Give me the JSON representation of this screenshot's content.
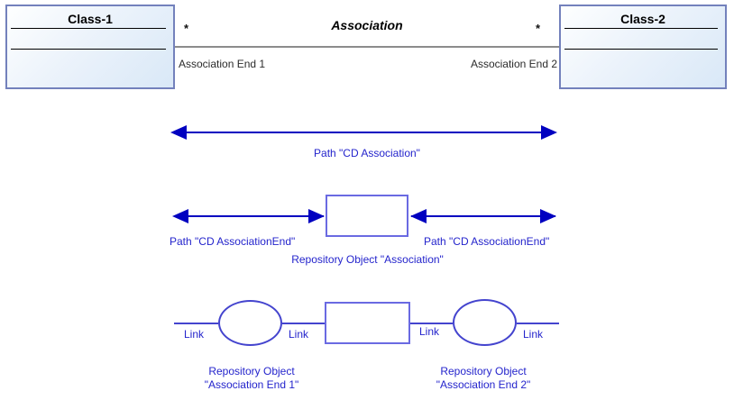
{
  "uml": {
    "class1": {
      "title": "Class-1"
    },
    "class2": {
      "title": "Class-2"
    },
    "association_label": "Association",
    "multiplicity_left": "*",
    "multiplicity_right": "*",
    "end1_label": "Association End 1",
    "end2_label": "Association End 2"
  },
  "paths": {
    "cd_association": "Path \"CD Association\"",
    "cd_association_end_left": "Path \"CD AssociationEnd\"",
    "cd_association_end_right": "Path \"CD AssociationEnd\"",
    "repository_association": "Repository Object \"Association\""
  },
  "links": {
    "labels": [
      "Link",
      "Link",
      "Link",
      "Link"
    ],
    "repo_end1_line1": "Repository Object",
    "repo_end1_line2": "\"Association End 1\"",
    "repo_end2_line1": "Repository Object",
    "repo_end2_line2": "\"Association End 2\""
  },
  "colors": {
    "arrow": "#0000C0",
    "ellipse_border": "#4444CE",
    "rect_border": "#6A6AE2",
    "blue_text": "#2424CC",
    "class_border": "#7381BC",
    "class_fill_light": "#FEFFFF",
    "class_fill_dark": "#D9E8F7",
    "association_line": "#8C8C8C"
  }
}
